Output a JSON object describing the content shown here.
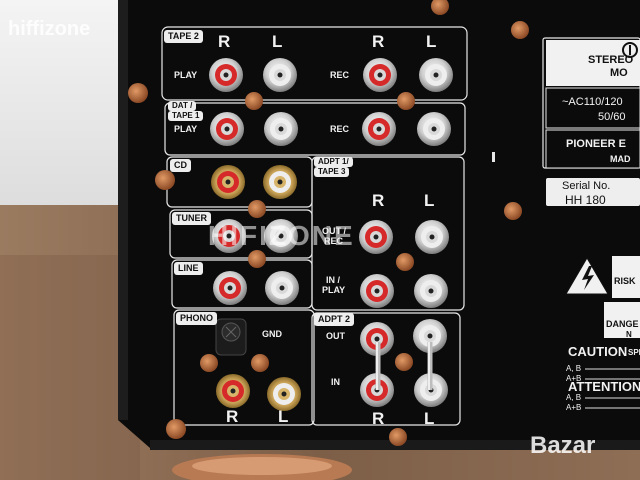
{
  "watermarks": {
    "top_left": "hiffizone",
    "bottom_right": "Bazar",
    "center": "HIFIZONE"
  },
  "left_panel": {
    "tape2": {
      "tag": "TAPE 2",
      "r": "R",
      "l": "L",
      "r2": "R",
      "l2": "L",
      "play": "PLAY",
      "rec": "REC"
    },
    "dat_tape1": {
      "tag_line1": "DAT /",
      "tag_line2": "TAPE 1",
      "play": "PLAY",
      "rec": "REC"
    },
    "cd": {
      "tag": "CD"
    },
    "tuner": {
      "tag": "TUNER"
    },
    "line": {
      "tag": "LINE"
    },
    "phono": {
      "tag": "PHONO",
      "gnd": "GND",
      "r": "R",
      "l": "L"
    },
    "adpt1": {
      "tag_line1": "ADPT 1/",
      "tag_line2": "TAPE 3",
      "r": "R",
      "l": "L",
      "out_line1": "OUT /",
      "out_line2": "REC",
      "in_line1": "IN /",
      "in_line2": "PLAY"
    },
    "adpt2": {
      "tag": "ADPT 2",
      "out": "OUT",
      "in": "IN",
      "r": "R",
      "l": "L"
    }
  },
  "right_panel": {
    "stereo": "STEREO",
    "mo": "MO",
    "voltage": "~AC110/120",
    "freq": "50/60",
    "pioneer": "PIONEER E",
    "made": "MAD",
    "serial_label": "Serial No.",
    "serial_value": "HH 180",
    "risk": "RISK",
    "danger_line1": "DANGE",
    "danger_line2": "N",
    "caution": "CAUTION",
    "caution_spec": "SPE",
    "caution_ab": "A, B",
    "caution_apb": "A+B",
    "attention": "ATTENTION",
    "attention_ab": "A, B",
    "attention_apb": "A+B"
  },
  "colors": {
    "panel": "#0b0b0b",
    "wood": "#8a6a52",
    "screw": "#b86a3c",
    "red_ring": "#d62a2a",
    "white_ring": "#eeeeee",
    "gold": "#d7b46a"
  }
}
